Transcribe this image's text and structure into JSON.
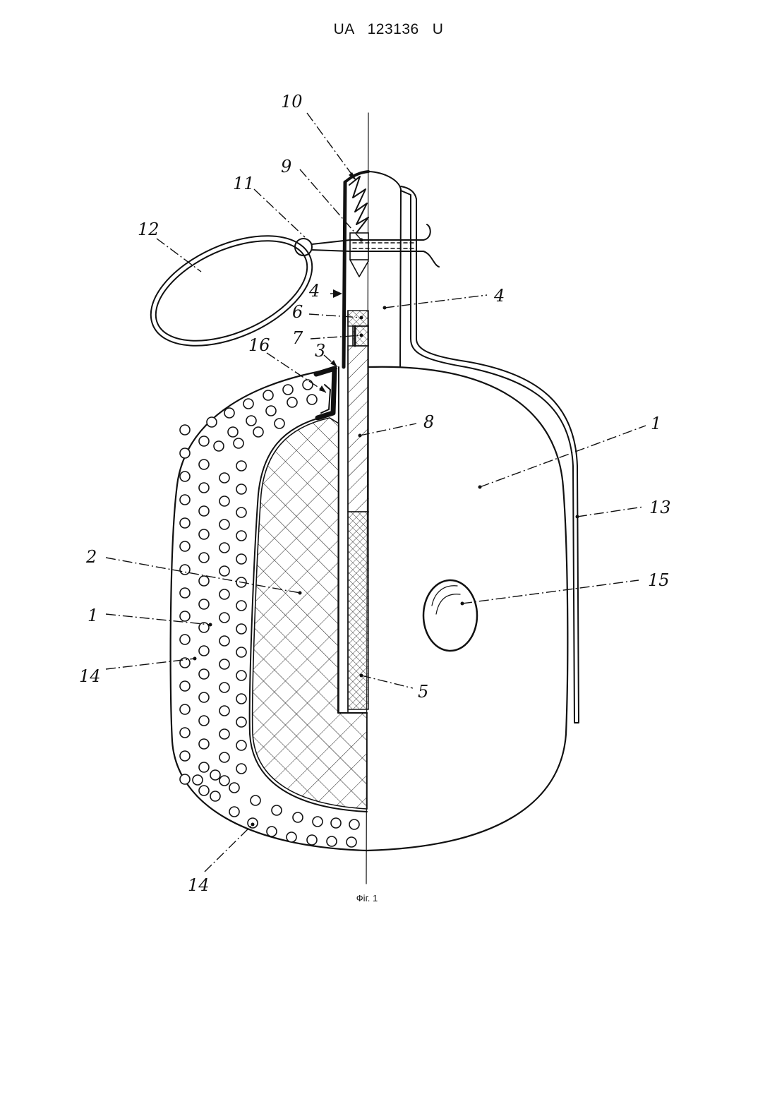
{
  "header": {
    "doc_number": "UA   123136   U"
  },
  "figure": {
    "caption": "Фіг. 1",
    "callouts": [
      {
        "id": "c10",
        "text": "10"
      },
      {
        "id": "c9",
        "text": "9"
      },
      {
        "id": "c11",
        "text": "11"
      },
      {
        "id": "c12",
        "text": "12"
      },
      {
        "id": "c4a",
        "text": "4"
      },
      {
        "id": "c4b",
        "text": "4"
      },
      {
        "id": "c6",
        "text": "6"
      },
      {
        "id": "c7",
        "text": "7"
      },
      {
        "id": "c16",
        "text": "16"
      },
      {
        "id": "c3",
        "text": "3"
      },
      {
        "id": "c8",
        "text": "8"
      },
      {
        "id": "c1a",
        "text": "1"
      },
      {
        "id": "c13",
        "text": "13"
      },
      {
        "id": "c2",
        "text": "2"
      },
      {
        "id": "c15",
        "text": "15"
      },
      {
        "id": "c1b",
        "text": "1"
      },
      {
        "id": "c14a",
        "text": "14"
      },
      {
        "id": "c5",
        "text": "5"
      },
      {
        "id": "c14b",
        "text": "14"
      }
    ]
  }
}
